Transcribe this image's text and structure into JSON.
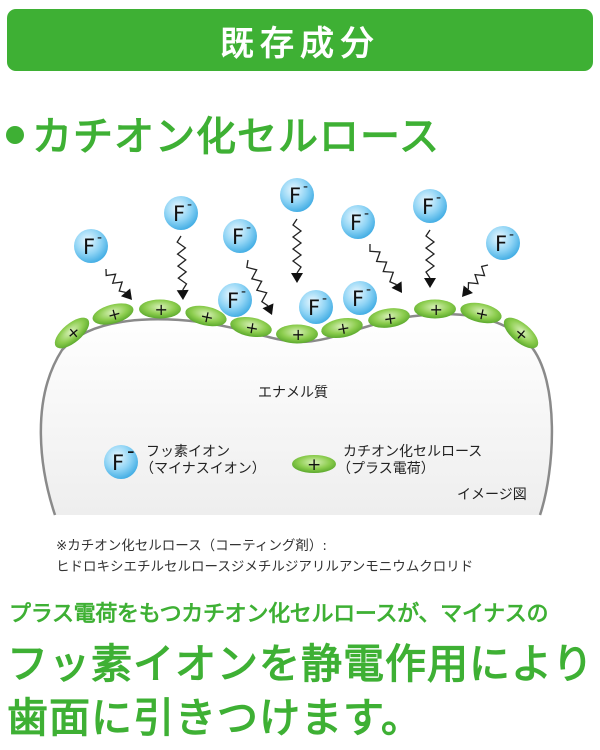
{
  "banner": {
    "title": "既存成分"
  },
  "heading": {
    "title": "カチオン化セルロース"
  },
  "diagram": {
    "enamel_label": "エナメル質",
    "ion_symbol": "F",
    "ion_charge": "-",
    "cation_symbol": "+",
    "legend": [
      {
        "icon": "fluoride-ion-icon",
        "line1": "フッ素イオン",
        "line2": "（マイナスイオン）"
      },
      {
        "icon": "cationic-cellulose-icon",
        "line1": "カチオン化セルロース",
        "line2": "（プラス電荷）"
      }
    ],
    "image_note": "イメージ図",
    "colors": {
      "green": "#3eb034",
      "ion_blue": "#4fb8ea",
      "enamel": "#f4f4f4",
      "outline": "#8a8a8a"
    }
  },
  "note": {
    "line1": "※カチオン化セルロース（コーティング剤）:",
    "line2": "ヒドロキシエチルセルロースジメチルジアリルアンモニウムクロリド"
  },
  "summary": {
    "lead": "プラス電荷をもつカチオン化セルロースが、マイナスの",
    "line1": "フッ素イオンを静電作用により",
    "line2": "歯面に引きつけます。"
  }
}
